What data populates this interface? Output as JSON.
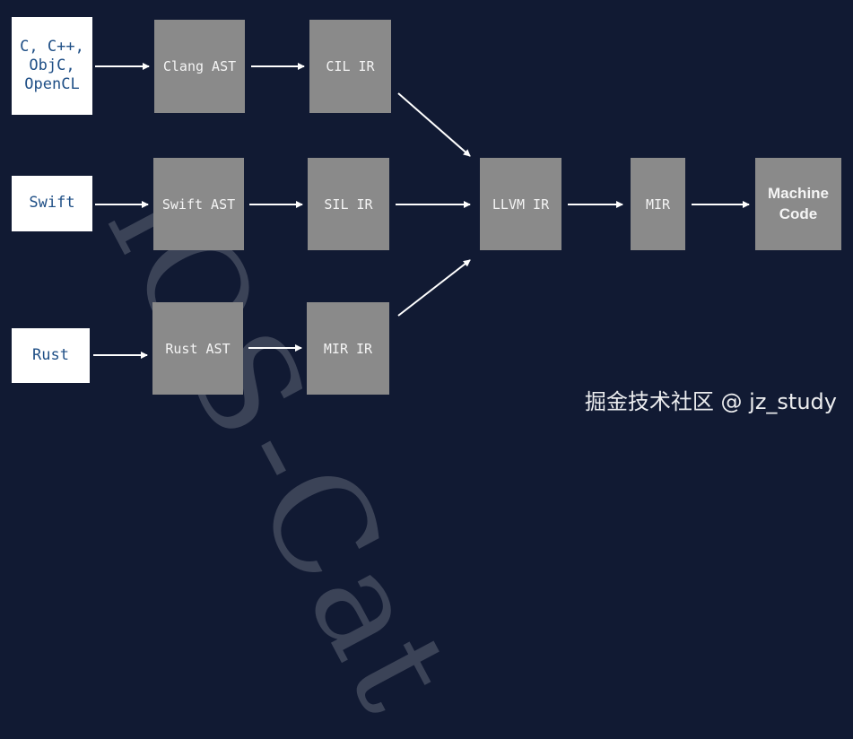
{
  "sources": {
    "c": "C, C++,\nObjC,\nOpenCL",
    "swift": "Swift",
    "rust": "Rust"
  },
  "nodes": {
    "clang_ast": "Clang AST",
    "cil_ir": "CIL IR",
    "swift_ast": "Swift AST",
    "sil_ir": "SIL IR",
    "rust_ast": "Rust AST",
    "mir_ir": "MIR IR",
    "llvm_ir": "LLVM IR",
    "mir": "MIR",
    "machine_code": "Machine\nCode"
  },
  "watermark": "iOS-Cat",
  "credit": "掘金技术社区 @ jz_study",
  "colors": {
    "background": "#111a33",
    "node": "#8a8a8a",
    "source_text": "#1f4f86",
    "arrow": "#ffffff"
  }
}
